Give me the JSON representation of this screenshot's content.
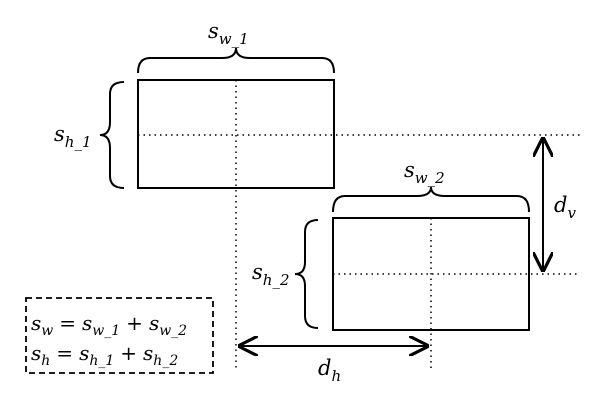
{
  "labels": {
    "sw1": {
      "base": "s",
      "sub": "w_1"
    },
    "sh1": {
      "base": "s",
      "sub": "h_1"
    },
    "sw2": {
      "base": "s",
      "sub": "w_2"
    },
    "sh2": {
      "base": "s",
      "sub": "h_2"
    },
    "dv": {
      "base": "d",
      "sub": "v"
    },
    "dh": {
      "base": "d",
      "sub": "h"
    }
  },
  "formulas": {
    "line1": {
      "lhs_base": "s",
      "lhs_sub": "w",
      "eq": "=",
      "t1_base": "s",
      "t1_sub": "w_1",
      "plus": "+",
      "t2_base": "s",
      "t2_sub": "w_2"
    },
    "line2": {
      "lhs_base": "s",
      "lhs_sub": "h",
      "eq": "=",
      "t1_base": "s",
      "t1_sub": "h_1",
      "plus": "+",
      "t2_base": "s",
      "t2_sub": "h_2"
    }
  }
}
